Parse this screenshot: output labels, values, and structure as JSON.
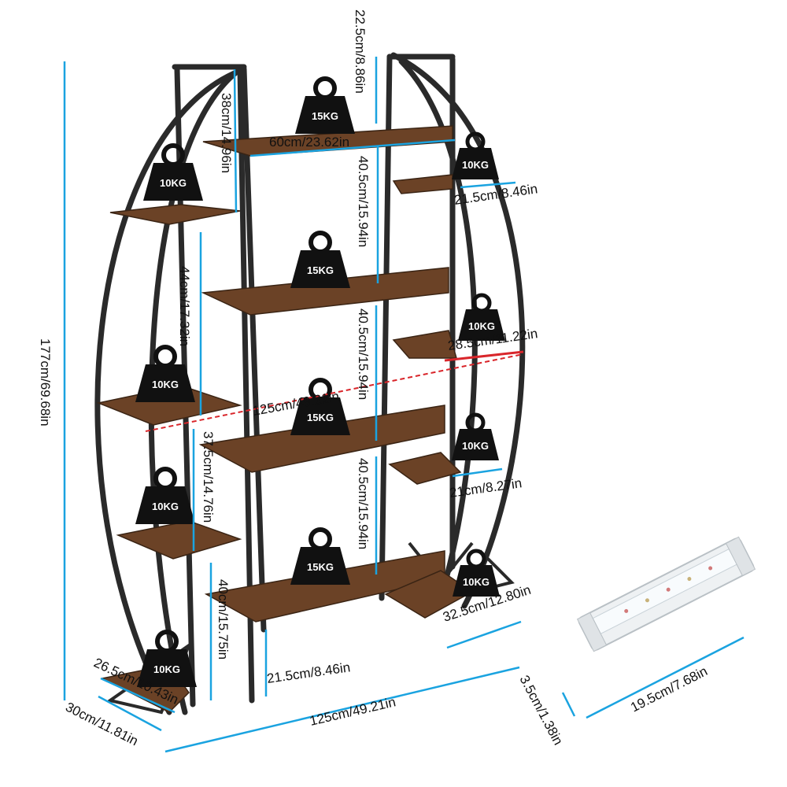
{
  "dimensions": {
    "height_total": "177cm/69.68in",
    "top_gap": "22.5cm/8.86in",
    "top_width": "60cm/23.62in",
    "upper_side_gap": "38cm/14.96in",
    "left_mid_gap": "44cm/17.32in",
    "left_lower_gap": "37.5cm/14.76in",
    "left_bottom_gap": "40cm/15.75in",
    "center_gap_1": "40.5cm/15.94in",
    "center_gap_2": "40.5cm/15.94in",
    "center_gap_3": "40.5cm/15.94in",
    "right_top_shelf": "21.5cm/8.46in",
    "right_mid_shelf": "28.5cm/11.22in",
    "right_lower_shelf": "21cm/8.27in",
    "right_bottom_shelf": "32.5cm/12.80in",
    "bottom_gap": "21.5cm/8.46in",
    "overall_width_mid": "125cm/49.21in",
    "overall_width_base": "125cm/49.21in",
    "left_bottom_shelf": "26.5cm/10.43in",
    "depth": "30cm/11.81in",
    "light_width": "3.5cm/1.38in",
    "light_length": "19.5cm/7.68in"
  },
  "weights": {
    "center_top": "15KG",
    "center_2": "15KG",
    "center_3": "15KG",
    "center_4": "15KG",
    "left_1": "10KG",
    "left_2": "10KG",
    "left_3": "10KG",
    "left_4": "10KG",
    "right_1": "10KG",
    "right_2": "10KG",
    "right_3": "10KG",
    "right_4": "10KG"
  },
  "colors": {
    "dimension_line": "#1aa3e0",
    "highlight_line": "#d9262b",
    "frame": "#2a2a2a",
    "wood": "#6b4226"
  }
}
